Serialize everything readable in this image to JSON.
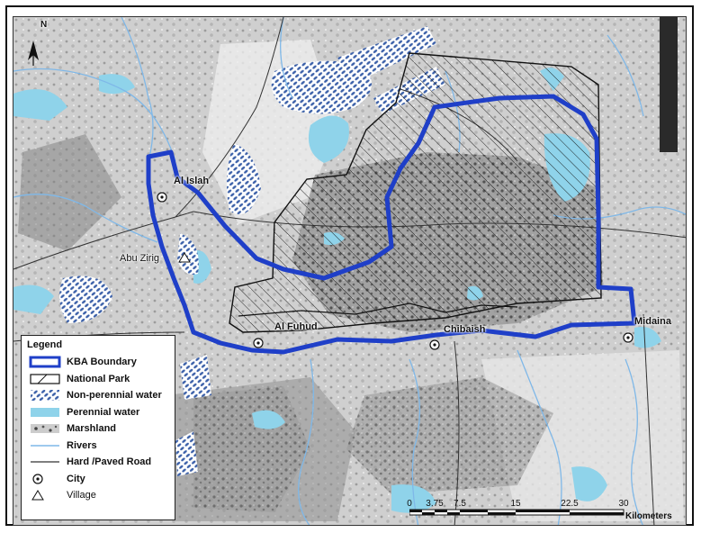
{
  "map": {
    "north_label": "N",
    "places": [
      {
        "id": "al-islah",
        "name": "Al Islah",
        "kind": "city"
      },
      {
        "id": "abu-zirig",
        "name": "Abu Zirig",
        "kind": "village"
      },
      {
        "id": "al-fuhud",
        "name": "Al Fuhud",
        "kind": "city"
      },
      {
        "id": "chibaish",
        "name": "Chibaish",
        "kind": "city"
      },
      {
        "id": "midaina",
        "name": "Midaina",
        "kind": "city"
      }
    ],
    "colors": {
      "kba_boundary": "#1f3fc8",
      "national_park": "#111111",
      "non_perennial_water": "#3a5fa8",
      "perennial_water": "#8fd3ea",
      "rivers": "#7fb8e8",
      "roads": "#333333"
    }
  },
  "legend": {
    "title": "Legend",
    "items": [
      {
        "label": "KBA Boundary",
        "icon": "kba-boundary-swatch"
      },
      {
        "label": "National Park",
        "icon": "national-park-swatch"
      },
      {
        "label": "Non-perennial water",
        "icon": "non-perennial-water-swatch"
      },
      {
        "label": "Perennial water",
        "icon": "perennial-water-swatch"
      },
      {
        "label": "Marshland",
        "icon": "marshland-swatch"
      },
      {
        "label": "Rivers",
        "icon": "river-line-swatch"
      },
      {
        "label": "Hard /Paved Road",
        "icon": "road-line-swatch"
      },
      {
        "label": "City",
        "icon": "city-icon"
      },
      {
        "label": "Village",
        "icon": "village-icon"
      }
    ]
  },
  "scale": {
    "ticks": [
      "0",
      "3.75",
      "7.5",
      "15",
      "22.5",
      "30"
    ],
    "unit": "Kilometers"
  }
}
